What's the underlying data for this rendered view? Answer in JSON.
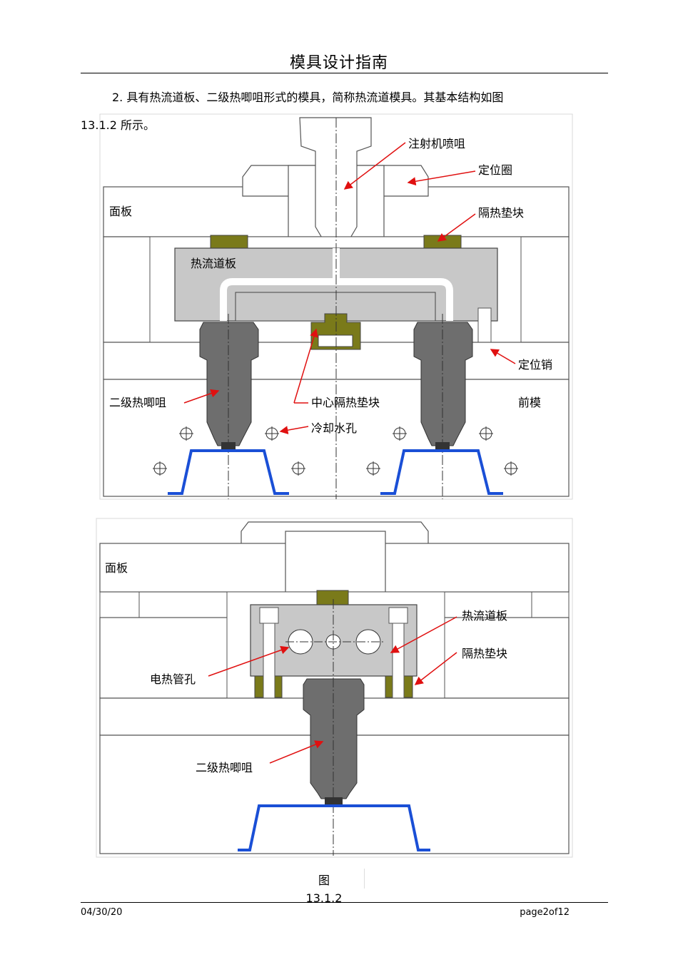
{
  "header": {
    "title": "模具设计指南"
  },
  "body": {
    "intro_line1": "2. 具有热流道板、二级热唧咀形式的模具，简称热流道模具。其基本结构如图",
    "intro_line2": "13.1.2  所示。"
  },
  "figure1": {
    "labels": {
      "nozzle": "注射机喷咀",
      "locating_ring": "定位圈",
      "top_plate": "面板",
      "insulator": "隔热垫块",
      "manifold": "热流道板",
      "locating_pin": "定位销",
      "secondary_nozzle": "二级热唧咀",
      "center_insulator": "中心隔热垫块",
      "front_mold": "前模",
      "cooling_hole": "冷却水孔"
    }
  },
  "figure2": {
    "labels": {
      "top_plate": "面板",
      "manifold": "热流道板",
      "insulator": "隔热垫块",
      "heater_hole": "电热管孔",
      "secondary_nozzle": "二级热唧咀"
    }
  },
  "caption": {
    "line1": "图",
    "line2": "13.1.2"
  },
  "footer": {
    "date": "04/30/20",
    "page": "page2of12"
  },
  "colors": {
    "plate_fill": "#ffffff",
    "manifold_fill": "#c8c8c8",
    "nozzle_fill": "#6e6e6e",
    "insulator_fill": "#7a7a1a",
    "part_outline": "#1a4fd6",
    "arrow": "#e01010"
  }
}
